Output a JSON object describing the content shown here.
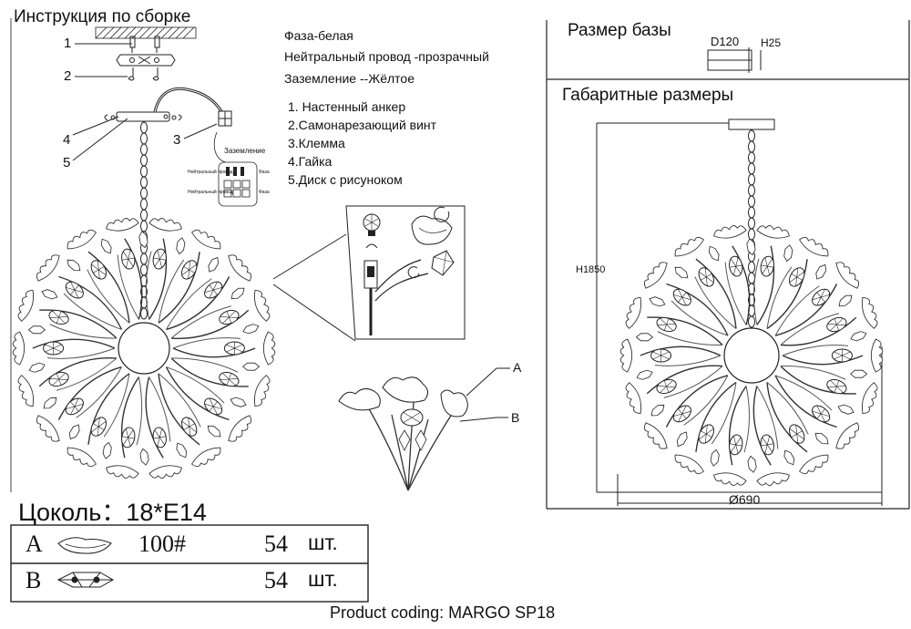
{
  "assembly_title": "Инструкция по сборке",
  "wiring": {
    "phase": "Фаза-белая",
    "neutral": "Нейтральный провод -прозрачный",
    "ground": "Заземление --Жёлтое"
  },
  "parts": [
    "1. Настенный анкер",
    "2.Самонарезающий винт",
    "3.Клемма",
    "4.Гайка",
    "5.Диск с рисунок​ом"
  ],
  "callouts": [
    "1",
    "2",
    "3",
    "4",
    "5"
  ],
  "terminal_box": {
    "ground_label": "Заземление",
    "neutral_label": "Нейтральный провод",
    "phase_label": "Фаза"
  },
  "detail_labels": {
    "a": "A",
    "b": "B"
  },
  "base_size": {
    "title": "Размер базы",
    "diameter": "D120",
    "height": "H25"
  },
  "overall_size": {
    "title": "Габаритные размеры",
    "height": "H1850",
    "diameter": "Ø690"
  },
  "socket": "Цоколь：18*E14",
  "components_table": [
    {
      "letter": "A",
      "code": "100#",
      "qty": "54",
      "unit": "шт."
    },
    {
      "letter": "B",
      "code": "",
      "qty": "54",
      "unit": "шт."
    }
  ],
  "product_coding": "Product coding: MARGO SP18"
}
